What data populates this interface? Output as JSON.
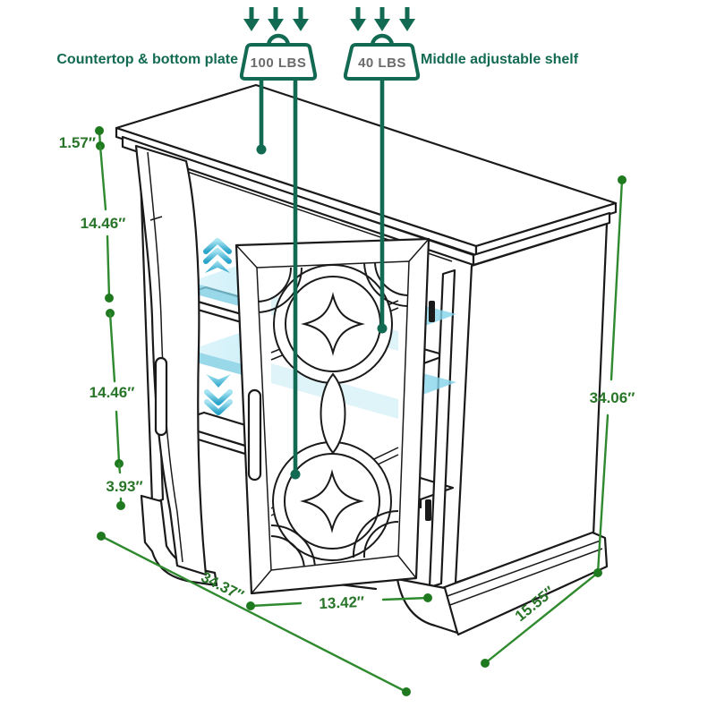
{
  "figure": {
    "type": "product dimension diagram",
    "subject": "accent storage cabinet with fretwork glass door"
  },
  "load_annotations": {
    "countertop": {
      "label": "Countertop & bottom plate",
      "weight": "100 LBS"
    },
    "shelf": {
      "label": "Middle adjustable shelf",
      "weight": "40 LBS"
    }
  },
  "dimensions": {
    "countertop_thickness": "1.57″",
    "upper_compartment_height": "14.46″",
    "lower_compartment_height": "14.46″",
    "base_height": "3.93″",
    "overall_width": "34.37″",
    "door_width": "13.42″",
    "overall_depth": "15.55″",
    "overall_height": "34.06″"
  },
  "colors": {
    "dimension_green": "#2f8a2f",
    "annotation_teal": "#136a52",
    "weight_text_gray": "#6b6b6b",
    "shelf_highlight_cyan": "#9fdff0",
    "line_black": "#1a1a1a"
  }
}
